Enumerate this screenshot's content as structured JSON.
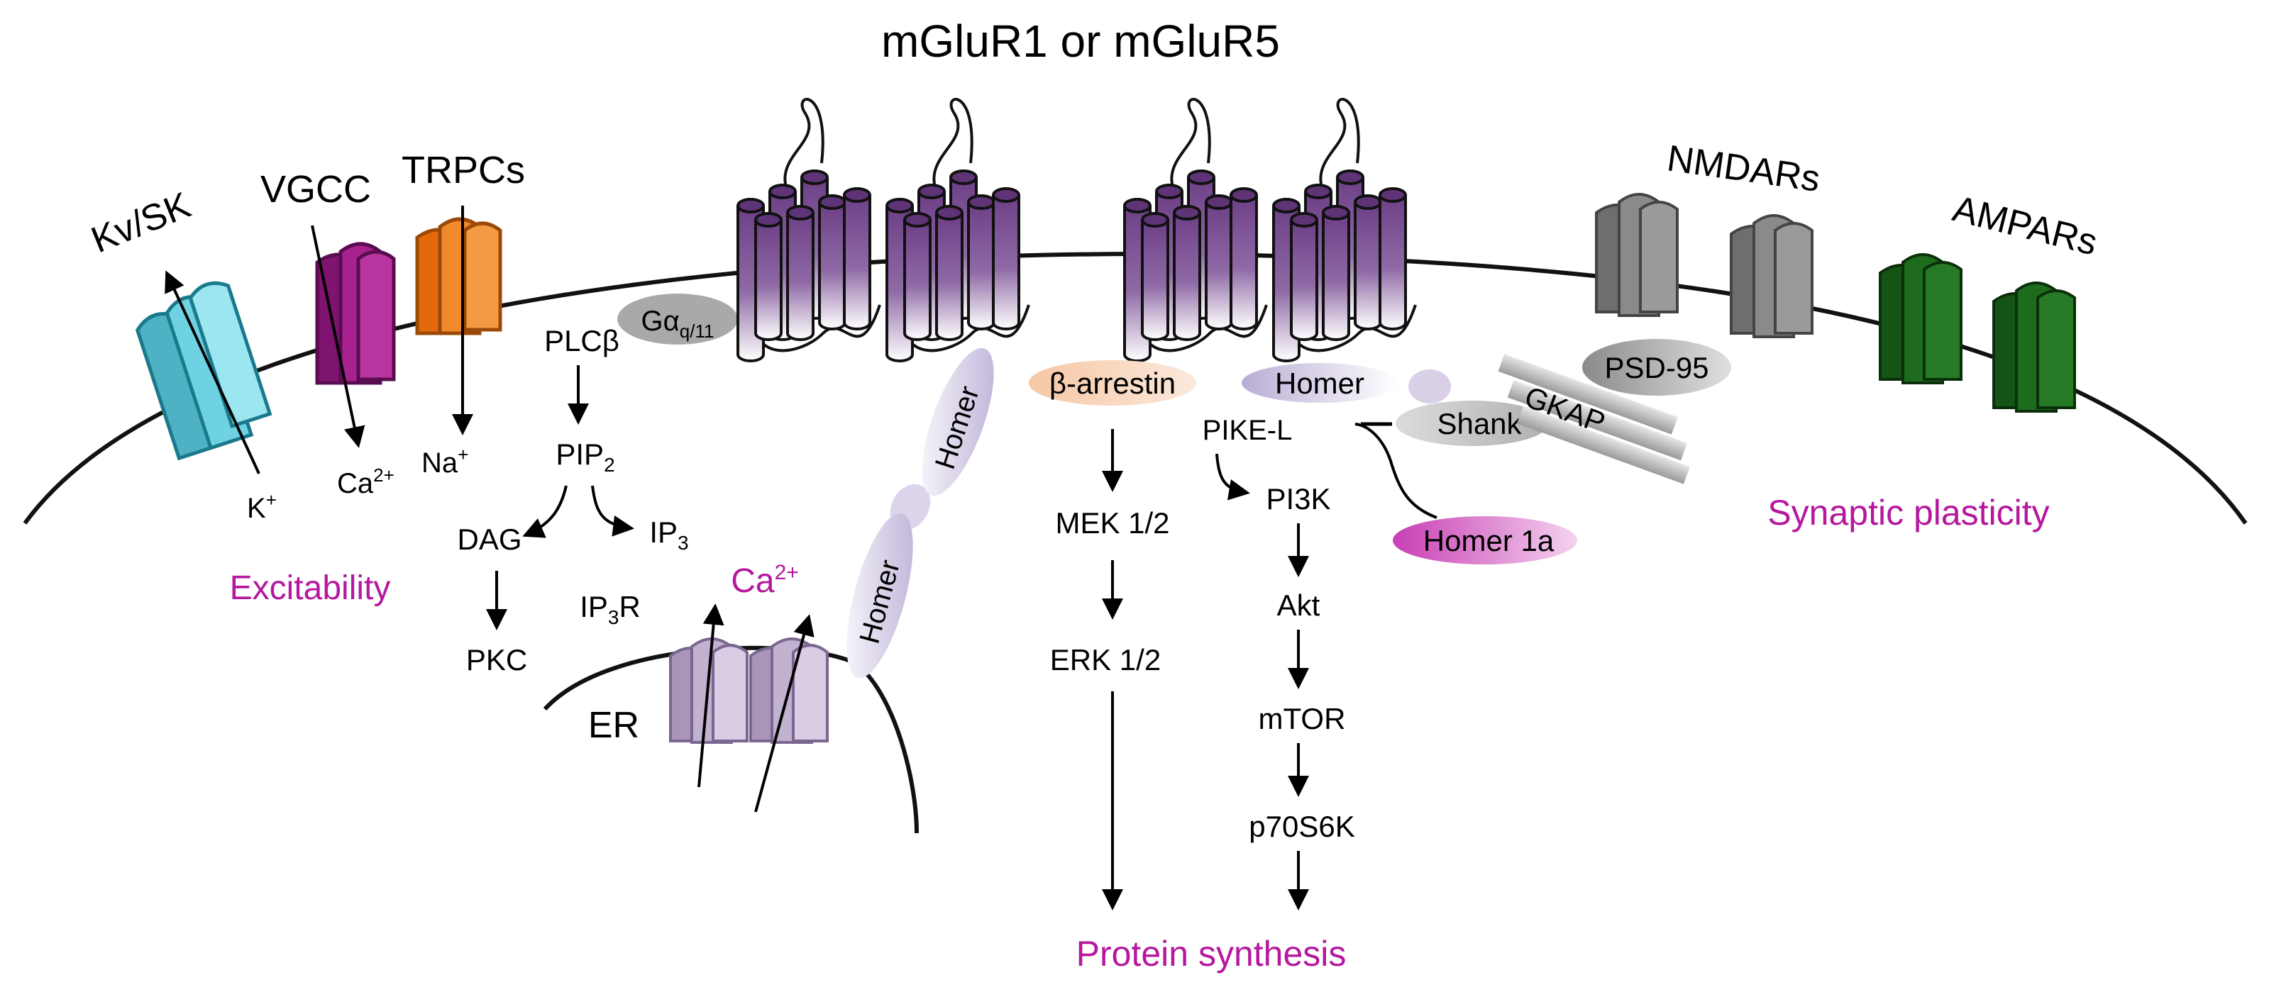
{
  "title": "mGluR1 or mGluR5",
  "channels": {
    "kv_sk": "Kv/SK",
    "vgcc": "VGCC",
    "trpcs": "TRPCs",
    "nmdars": "NMDARs",
    "ampars": "AMPARs"
  },
  "ions": {
    "k": "K",
    "k_sup": "+",
    "ca": "Ca",
    "ca_sup": "2+",
    "na": "Na",
    "na_sup": "+",
    "ca_er": "Ca",
    "ca_er_sup": "2+"
  },
  "outcomes": {
    "excitability": "Excitability",
    "synaptic_plasticity": "Synaptic plasticity",
    "protein_synthesis": "Protein synthesis"
  },
  "pathway": {
    "g_alpha": "Gα",
    "g_alpha_sub": "q/11",
    "plc": "PLCβ",
    "pip2": "PIP",
    "pip2_sub": "2",
    "dag": "DAG",
    "ip3": "IP",
    "ip3_sub": "3",
    "pkc": "PKC",
    "ip3r": "IP",
    "ip3r_sub": "3",
    "ip3r_suffix": "R",
    "er": "ER",
    "beta_arrestin": "β-arrestin",
    "mek": "MEK 1/2",
    "erk": "ERK 1/2",
    "pike": "PIKE-L",
    "pi3k": "PI3K",
    "akt": "Akt",
    "mtor": "mTOR",
    "p70": "p70S6K"
  },
  "scaffold": {
    "homer": "Homer",
    "homer_top": "Homer",
    "homer_bottom": "Homer",
    "shank": "Shank",
    "gkap": "GKAP",
    "psd95": "PSD-95",
    "homer1a": "Homer 1a"
  },
  "colors": {
    "accent": "#b5179e",
    "kv_sk": "#5cc8d8",
    "vgcc": "#9c1d83",
    "trpc": "#f07a18",
    "mglur": "#7d4f93",
    "nmdar": "#8a8a8a",
    "ampar": "#1d6b1d",
    "ip3r": "#b9a6c6",
    "homer": "#cfc5e0",
    "arrestin": "#f8d6bb"
  }
}
